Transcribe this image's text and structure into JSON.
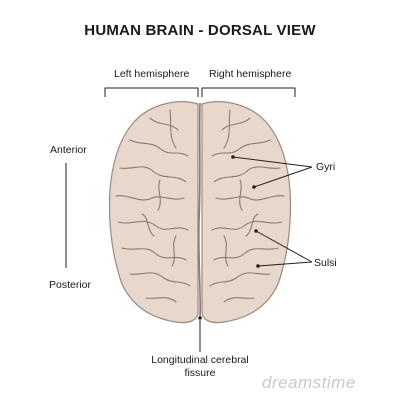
{
  "title": "HUMAN BRAIN - DORSAL VIEW",
  "labels": {
    "left_hemisphere": "Left hemisphere",
    "right_hemisphere": "Right hemisphere",
    "anterior": "Anterior",
    "posterior": "Posterior",
    "gyri": "Gyri",
    "sulsi": "Sulsi",
    "fissure_line1": "Longitudinal cerebral",
    "fissure_line2": "fissure"
  },
  "watermark": "dreamstime",
  "colors": {
    "brain_fill": "#e8d7cb",
    "brain_outline": "#9a8a80",
    "sulci": "#8c7a70",
    "lines": "#222222"
  }
}
